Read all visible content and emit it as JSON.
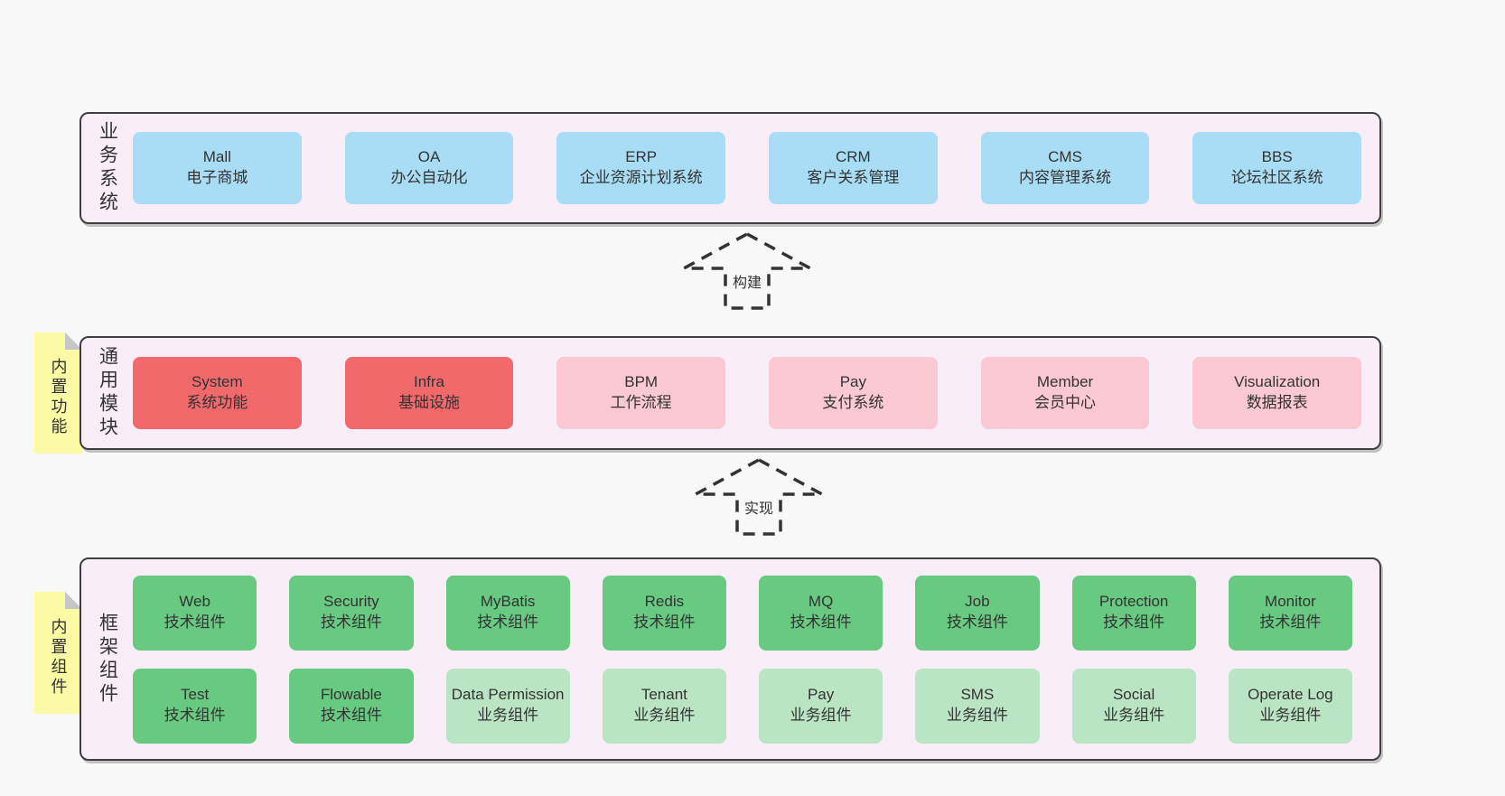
{
  "colors": {
    "page_bg": "#f8f8f8",
    "layer_bg": "#f9eef8",
    "layer_border": "#3f3f3f",
    "box_blue": "#a9ddf6",
    "box_red": "#f2696c",
    "box_pink": "#fac9d4",
    "box_green_dark": "#68c981",
    "box_green_light": "#b9e5c4",
    "sticky_yellow": "#fbfaa5",
    "text": "#333333"
  },
  "arrows": [
    {
      "label": "构建"
    },
    {
      "label": "实现"
    }
  ],
  "layers": [
    {
      "label": "业务系统",
      "boxes": [
        {
          "name": "Mall",
          "subtitle": "电子商城",
          "variant": "blue"
        },
        {
          "name": "OA",
          "subtitle": "办公自动化",
          "variant": "blue"
        },
        {
          "name": "ERP",
          "subtitle": "企业资源计划系统",
          "variant": "blue"
        },
        {
          "name": "CRM",
          "subtitle": "客户关系管理",
          "variant": "blue"
        },
        {
          "name": "CMS",
          "subtitle": "内容管理系统",
          "variant": "blue"
        },
        {
          "name": "BBS",
          "subtitle": "论坛社区系统",
          "variant": "blue"
        }
      ]
    },
    {
      "label": "通用模块",
      "sticky": "内置功能",
      "boxes": [
        {
          "name": "System",
          "subtitle": "系统功能",
          "variant": "red"
        },
        {
          "name": "Infra",
          "subtitle": "基础设施",
          "variant": "red"
        },
        {
          "name": "BPM",
          "subtitle": "工作流程",
          "variant": "pink"
        },
        {
          "name": "Pay",
          "subtitle": "支付系统",
          "variant": "pink"
        },
        {
          "name": "Member",
          "subtitle": "会员中心",
          "variant": "pink"
        },
        {
          "name": "Visualization",
          "subtitle": "数据报表",
          "variant": "pink"
        }
      ]
    },
    {
      "label": "框架组件",
      "sticky": "内置组件",
      "rows": [
        [
          {
            "name": "Web",
            "subtitle": "技术组件",
            "variant": "green-dark"
          },
          {
            "name": "Security",
            "subtitle": "技术组件",
            "variant": "green-dark"
          },
          {
            "name": "MyBatis",
            "subtitle": "技术组件",
            "variant": "green-dark"
          },
          {
            "name": "Redis",
            "subtitle": "技术组件",
            "variant": "green-dark"
          },
          {
            "name": "MQ",
            "subtitle": "技术组件",
            "variant": "green-dark"
          },
          {
            "name": "Job",
            "subtitle": "技术组件",
            "variant": "green-dark"
          },
          {
            "name": "Protection",
            "subtitle": "技术组件",
            "variant": "green-dark"
          },
          {
            "name": "Monitor",
            "subtitle": "技术组件",
            "variant": "green-dark"
          }
        ],
        [
          {
            "name": "Test",
            "subtitle": "技术组件",
            "variant": "green-dark"
          },
          {
            "name": "Flowable",
            "subtitle": "技术组件",
            "variant": "green-dark"
          },
          {
            "name": "Data Permission",
            "subtitle": "业务组件",
            "variant": "green-light"
          },
          {
            "name": "Tenant",
            "subtitle": "业务组件",
            "variant": "green-light"
          },
          {
            "name": "Pay",
            "subtitle": "业务组件",
            "variant": "green-light"
          },
          {
            "name": "SMS",
            "subtitle": "业务组件",
            "variant": "green-light"
          },
          {
            "name": "Social",
            "subtitle": "业务组件",
            "variant": "green-light"
          },
          {
            "name": "Operate Log",
            "subtitle": "业务组件",
            "variant": "green-light"
          }
        ]
      ]
    }
  ]
}
